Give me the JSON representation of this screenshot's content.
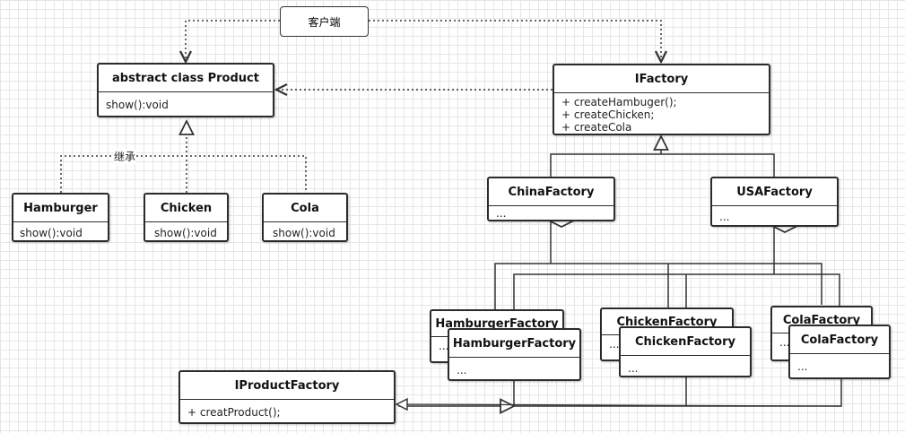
{
  "client": {
    "label": "客户端"
  },
  "inherit_label": "继承",
  "classes": {
    "product": {
      "name": "abstract class Product",
      "members": [
        "show():void"
      ]
    },
    "ifactory": {
      "name": "IFactory",
      "members": [
        "+ createHambuger();",
        "+ createChicken;",
        "+ createCola"
      ]
    },
    "hamburger": {
      "name": "Hamburger",
      "members": [
        "show():void"
      ]
    },
    "chicken": {
      "name": "Chicken",
      "members": [
        "show():void"
      ]
    },
    "cola": {
      "name": "Cola",
      "members": [
        "show():void"
      ]
    },
    "china_factory": {
      "name": "ChinaFactory",
      "members": [
        "..."
      ]
    },
    "usa_factory": {
      "name": "USAFactory",
      "members": [
        "..."
      ]
    },
    "hamburger_factory_back": {
      "name": "HamburgerFactory",
      "members": [
        "..."
      ]
    },
    "chicken_factory_back": {
      "name": "ChickenFactory",
      "members": [
        "..."
      ]
    },
    "cola_factory_back": {
      "name": "ColaFactory",
      "members": [
        "..."
      ]
    },
    "hamburger_factory": {
      "name": "HamburgerFactory",
      "members": [
        "..."
      ]
    },
    "chicken_factory": {
      "name": "ChickenFactory",
      "members": [
        "..."
      ]
    },
    "cola_factory": {
      "name": "ColaFactory",
      "members": [
        "..."
      ]
    },
    "iproduct_factory": {
      "name": "IProductFactory",
      "members": [
        "+ creatProduct();"
      ]
    }
  }
}
